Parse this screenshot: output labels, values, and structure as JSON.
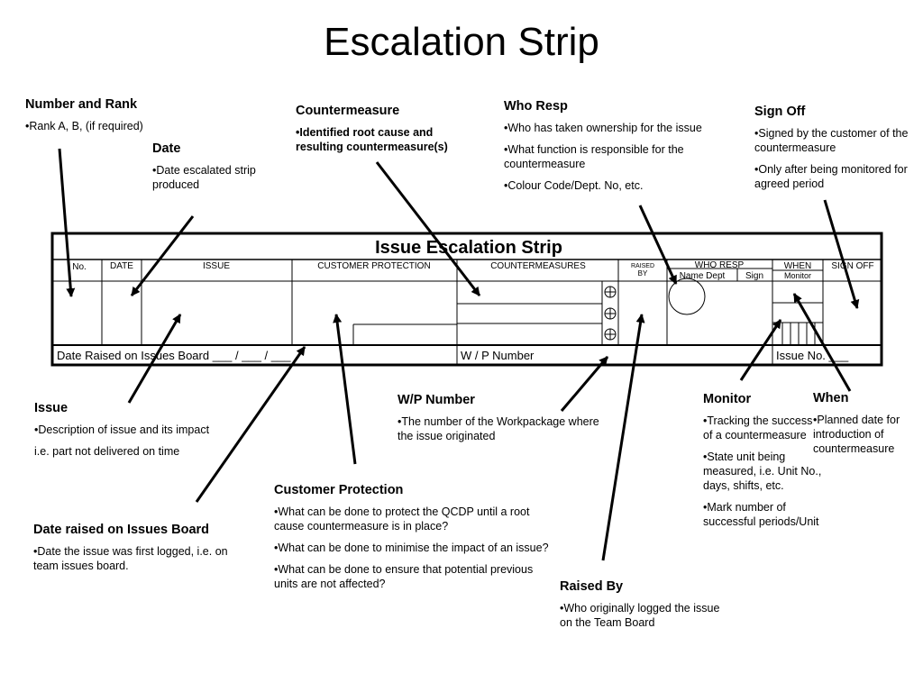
{
  "page": {
    "title": "Escalation Strip"
  },
  "strip": {
    "title": "Issue Escalation Strip",
    "columns": {
      "no": "No.",
      "date": "DATE",
      "issue": "ISSUE",
      "customer_protection": "CUSTOMER PROTECTION",
      "countermeasures": "COUNTERMEASURES",
      "raised_by_1": "RAISED",
      "raised_by_2": "BY",
      "who_resp": "WHO RESP",
      "who_resp_sub": "Name Dept",
      "who_resp_sign": "Sign",
      "when": "WHEN",
      "when_sub": "Monitor",
      "sign_off": "SIGN OFF"
    },
    "footer": {
      "date_raised": "Date Raised on Issues Board ___ / ___ / ___",
      "wp_number": "W / P Number",
      "issue_no": "Issue No. ___"
    }
  },
  "callouts": {
    "number_rank": {
      "heading": "Number and Rank",
      "lines": [
        "•Rank A, B, (if required)"
      ]
    },
    "date": {
      "heading": "Date",
      "lines": [
        "•Date escalated strip produced"
      ]
    },
    "countermeasure": {
      "heading": "Countermeasure",
      "lines": [
        "•Identified root cause and resulting countermeasure(s)"
      ]
    },
    "who_resp": {
      "heading": "Who Resp",
      "lines": [
        "•Who has taken ownership for the issue",
        "•What function is responsible for the countermeasure",
        "•Colour Code/Dept. No, etc."
      ]
    },
    "sign_off": {
      "heading": "Sign Off",
      "lines": [
        "•Signed by the customer of the countermeasure",
        "•Only after being monitored for agreed period"
      ]
    },
    "issue": {
      "heading": "Issue",
      "lines": [
        "•Description of issue and its impact",
        "i.e. part not delivered on time"
      ]
    },
    "date_raised": {
      "heading": "Date raised on Issues Board",
      "lines": [
        "•Date the issue was first logged, i.e. on team issues board."
      ]
    },
    "wp_number": {
      "heading": "W/P Number",
      "lines": [
        "•The number of the Workpackage where the issue originated"
      ]
    },
    "customer_protection": {
      "heading": "Customer Protection",
      "lines": [
        "•What can be done to protect the QCDP until a root cause countermeasure is in place?",
        "•What can be done to minimise the impact of an issue?",
        "•What can be done to ensure that potential previous units are not affected?"
      ]
    },
    "monitor": {
      "heading": "Monitor",
      "lines": [
        "•Tracking the success of a countermeasure",
        "•State unit being measured, i.e. Unit No., days, shifts, etc.",
        "•Mark number of successful periods/Unit"
      ]
    },
    "when": {
      "heading": "When",
      "lines": [
        "•Planned date for introduction of countermeasure"
      ]
    },
    "raised_by": {
      "heading": "Raised By",
      "lines": [
        "•Who originally logged the issue on the Team Board"
      ]
    }
  }
}
